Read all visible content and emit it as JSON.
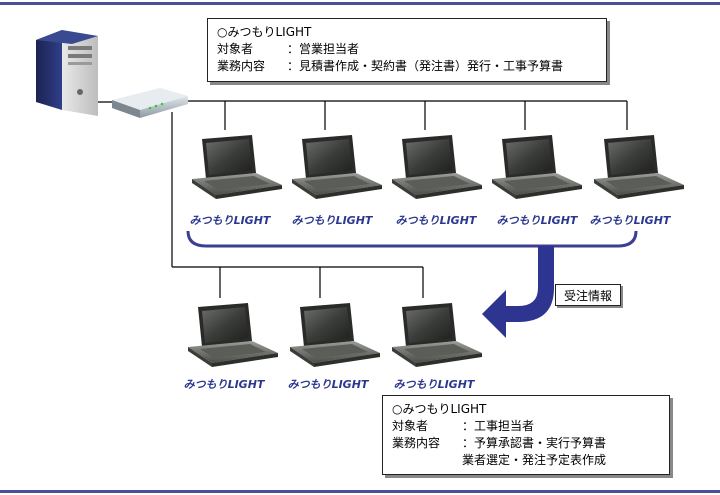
{
  "top_box": {
    "title": "○みつもりLIGHT",
    "target_label": "対象者",
    "target_value": "：営業担当者",
    "duty_label": "業務内容",
    "duty_value": "：見積書作成・契約書（発注書）発行・工事予算書"
  },
  "bottom_box": {
    "title": "○みつもりLIGHT",
    "target_label": "対象者",
    "target_value": "：工事担当者",
    "duty_label": "業務内容",
    "duty_value": "：予算承認書・実行予算書",
    "duty_value_2": "業者選定・発注予定表作成"
  },
  "order_label": "受注情報",
  "top_pcs": [
    {
      "label": "みつもりLIGHT"
    },
    {
      "label": "みつもりLIGHT"
    },
    {
      "label": "みつもりLIGHT"
    },
    {
      "label": "みつもりLIGHT"
    },
    {
      "label": "みつもりLIGHT"
    }
  ],
  "bottom_pcs": [
    {
      "label": "みつもりLIGHT"
    },
    {
      "label": "みつもりLIGHT"
    },
    {
      "label": "みつもりLIGHT"
    }
  ],
  "colors": {
    "frame": "#4a4f9a",
    "bracket": "#3b3f94",
    "arrow": "#2e3590",
    "label_text": "#2b3790"
  },
  "icons": {
    "server": "server-tower-icon",
    "hub": "network-hub-icon",
    "laptop": "laptop-icon"
  }
}
